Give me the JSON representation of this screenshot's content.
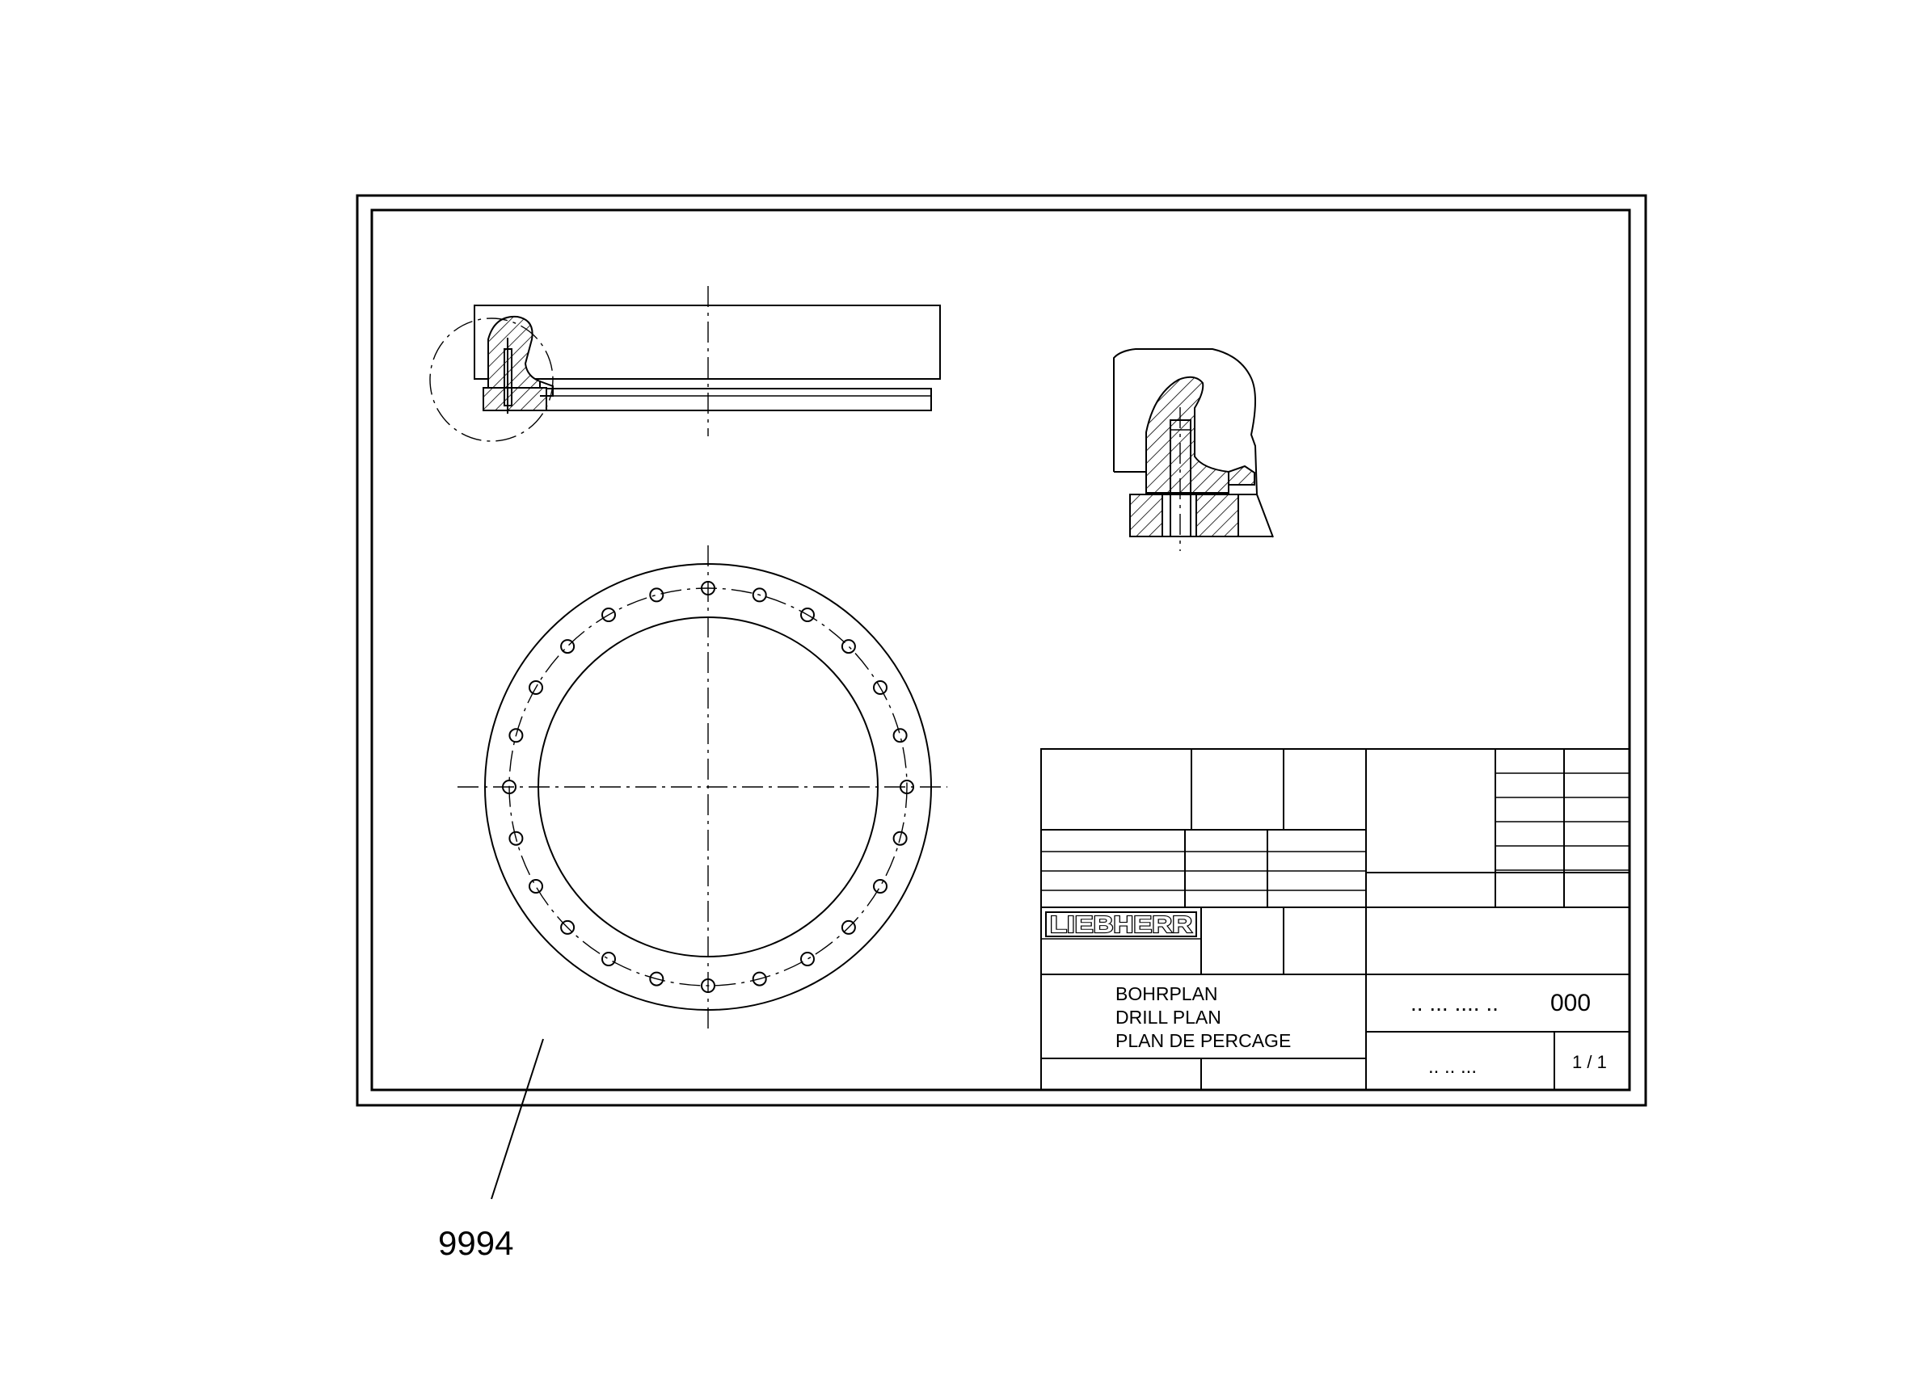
{
  "title_block": {
    "logo": "LIEBHERR",
    "title_lines": [
      "BOHRPLAN",
      "DRILL PLAN",
      "PLAN DE PERCAGE"
    ],
    "part_number_prefix": "..  ...  ....  ..",
    "part_number_suffix": "000",
    "sub_number": ".. .. ...",
    "sheet": "1 / 1"
  },
  "callout": {
    "label": "9994"
  },
  "plan_view": {
    "hole_count": 24
  },
  "colors": {
    "ink": "#000000",
    "paper": "#ffffff"
  }
}
